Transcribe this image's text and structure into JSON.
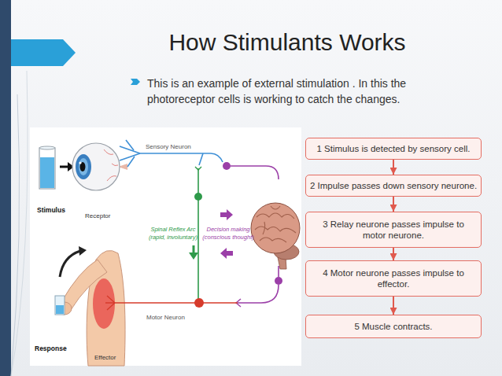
{
  "diagram": {
    "title": "How Stimulants Works",
    "nodes": [
      {
        "text": [
          "1 Stimulus is detected by sensory cell."
        ]
      },
      {
        "text": [
          "2 Impulse passes down sensory neurone."
        ]
      },
      {
        "text": [
          "3 Relay neurone passes impulse to motor neurone."
        ]
      },
      {
        "text": [
          "4 Motor neurone passes impulse to effector."
        ]
      },
      {
        "text": [
          "5 Muscle contracts."
        ]
      }
    ],
    "edges": [
      {
        "from": 0,
        "to": 1,
        "arrow": "to"
      },
      {
        "from": 1,
        "to": 2,
        "arrow": "to"
      },
      {
        "from": 2,
        "to": 3,
        "arrow": "to"
      },
      {
        "from": 3,
        "to": 4,
        "arrow": "to"
      }
    ],
    "labels": [
      "This is an example of external stimulation . In this the photoreceptor cells is working to catch the changes.",
      "Sensory Neuron",
      "Stimulus",
      "Receptor",
      "Spinal Reflex Arc (rapid, involuntary)",
      "Decision making (conscious thought)",
      "Response",
      "Effector",
      "Motor Neuron"
    ]
  }
}
